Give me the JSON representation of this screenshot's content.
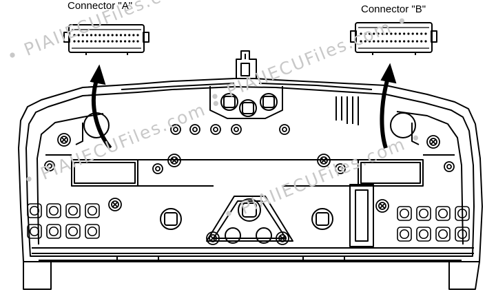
{
  "connector_a": {
    "label": "Connector \"A\""
  },
  "connector_b": {
    "label": "Connector \"B\""
  },
  "watermark": {
    "text": "• PIAIIECUFiles.com •"
  }
}
